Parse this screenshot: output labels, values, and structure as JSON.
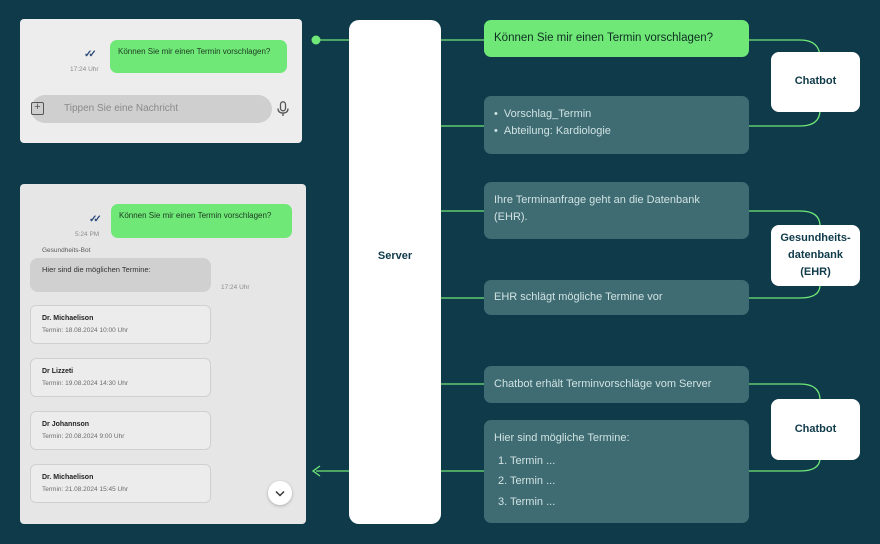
{
  "chat_top": {
    "message": "Können Sie mir einen Termin vorschlagen?",
    "time": "17:24 Uhr",
    "input_placeholder": "Tippen Sie eine Nachricht"
  },
  "chat_bottom": {
    "message": "Können Sie mir einen Termin vorschlagen?",
    "time_out": "5:24 PM",
    "bot_name": "Gesundheits-Bot",
    "bot_reply": "Hier sind die möglichen Termine:",
    "time_in": "17:24 Uhr",
    "appointments": [
      {
        "name": "Dr. Michaelison",
        "date": "Termin: 18.08.2024 10:00 Uhr"
      },
      {
        "name": "Dr Lizzeti",
        "date": "Termin: 19.08.2024 14:30 Uhr"
      },
      {
        "name": "Dr Johannson",
        "date": "Termin: 20.08.2024 9:00 Uhr"
      },
      {
        "name": "Dr. Michaelison",
        "date": "Termin: 21.08.2024 15:45 Uhr"
      }
    ]
  },
  "server": {
    "label": "Server"
  },
  "flow": {
    "msg1": "Können Sie mir einen Termin vorschlagen?",
    "msg2_items": [
      "Vorschlag_Termin",
      "Abteilung: Kardiologie"
    ],
    "msg3": "Ihre Terminanfrage geht an die Datenbank (EHR).",
    "msg4": "EHR schlägt mögliche Termine vor",
    "msg5": "Chatbot erhält Terminvorschläge vom Server",
    "msg6_intro": "Hier sind mögliche Termine:",
    "msg6_items": [
      "Termin ...",
      "Termin ...",
      "Termin ..."
    ]
  },
  "actors": {
    "chatbot_top": "Chatbot",
    "ehr_line1": "Gesundheits-",
    "ehr_line2": "datenbank",
    "ehr_line3": "(EHR)",
    "chatbot_bottom": "Chatbot"
  },
  "colors": {
    "background": "#0f3a4a",
    "accent_green": "#6fe877",
    "message_box": "#3f6b73",
    "connector": "#6fe877"
  }
}
